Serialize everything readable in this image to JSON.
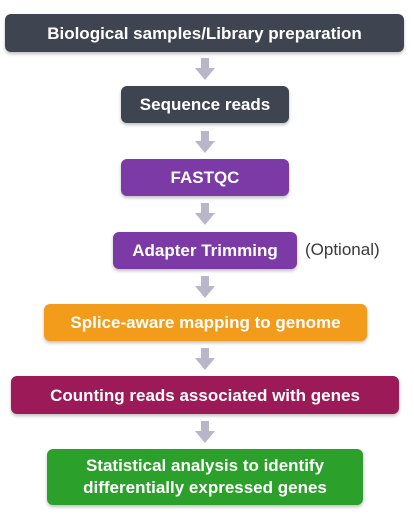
{
  "steps": [
    {
      "label": "Biological samples/Library preparation",
      "color": "#3f4451"
    },
    {
      "label": "Sequence reads",
      "color": "#3f4451"
    },
    {
      "label": "FASTQC",
      "color": "#7b3aa6"
    },
    {
      "label": "Adapter Trimming",
      "color": "#7b3aa6"
    },
    {
      "label": "Splice-aware mapping to genome",
      "color": "#f39c1b"
    },
    {
      "label": "Counting reads associated with genes",
      "color": "#9b1a57"
    },
    {
      "label": "Statistical analysis to identify differentially expressed genes",
      "color": "#2ba02b"
    }
  ],
  "notes": {
    "adapter_trimming": "(Optional)"
  },
  "arrow_color": "#b8b6c8"
}
